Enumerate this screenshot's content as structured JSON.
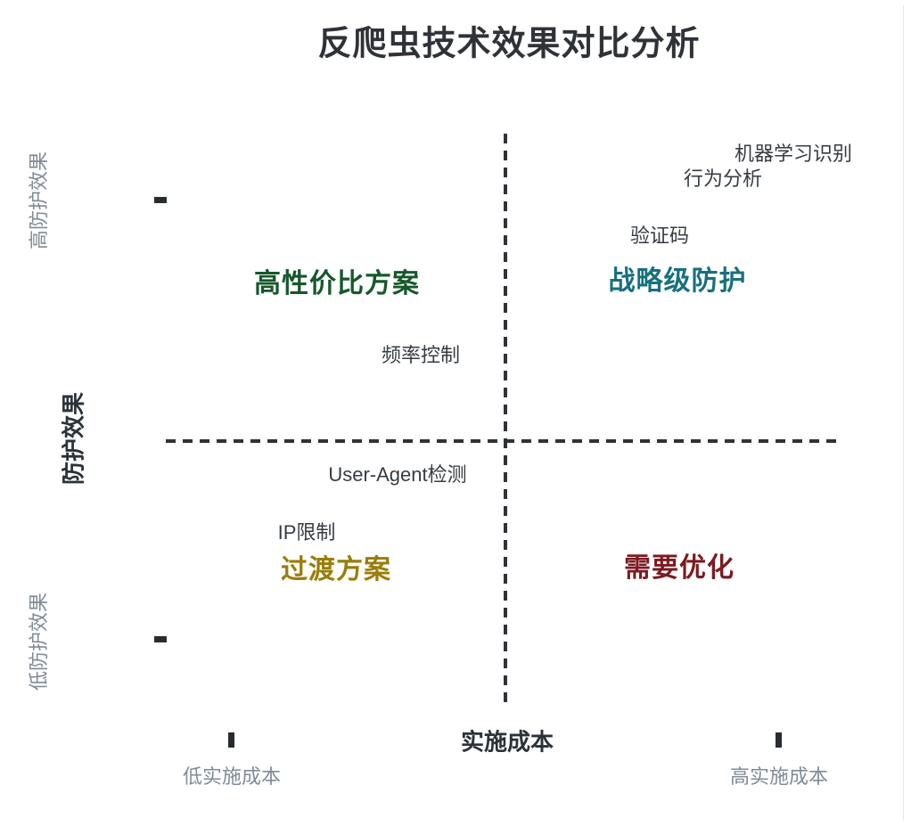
{
  "chart_data": {
    "type": "scatter",
    "subtype": "quadrant-chart",
    "title": "反爬虫技术效果对比分析",
    "xlabel": "实施成本",
    "ylabel": "防护效果",
    "x_axis_labels": {
      "low": "低实施成本",
      "high": "高实施成本"
    },
    "y_axis_labels": {
      "low": "低防护效果",
      "high": "高防护效果"
    },
    "xlim": [
      0,
      1
    ],
    "ylim": [
      0,
      1
    ],
    "grid": false,
    "legend": false,
    "divider_style": "dashed",
    "quadrants": {
      "top_left": {
        "label": "高性价比方案",
        "color": "#16582b"
      },
      "top_right": {
        "label": "战略级防护",
        "color": "#17707e"
      },
      "bottom_left": {
        "label": "过渡方案",
        "color": "#9a7d0a"
      },
      "bottom_right": {
        "label": "需要优化",
        "color": "#7b1b22"
      }
    },
    "points": [
      {
        "label": "机器学习识别",
        "x": 0.92,
        "y": 0.97
      },
      {
        "label": "行为分析",
        "x": 0.82,
        "y": 0.92
      },
      {
        "label": "验证码",
        "x": 0.73,
        "y": 0.82
      },
      {
        "label": "频率控制",
        "x": 0.38,
        "y": 0.61
      },
      {
        "label": "User-Agent检测",
        "x": 0.34,
        "y": 0.41
      },
      {
        "label": "IP限制",
        "x": 0.21,
        "y": 0.3
      }
    ],
    "colors": {
      "title_text": "#2f3338",
      "axis_text": "#2b3238",
      "muted_text": "#7f8b96",
      "point_text": "#363c42",
      "divider": "#2e3338"
    }
  }
}
